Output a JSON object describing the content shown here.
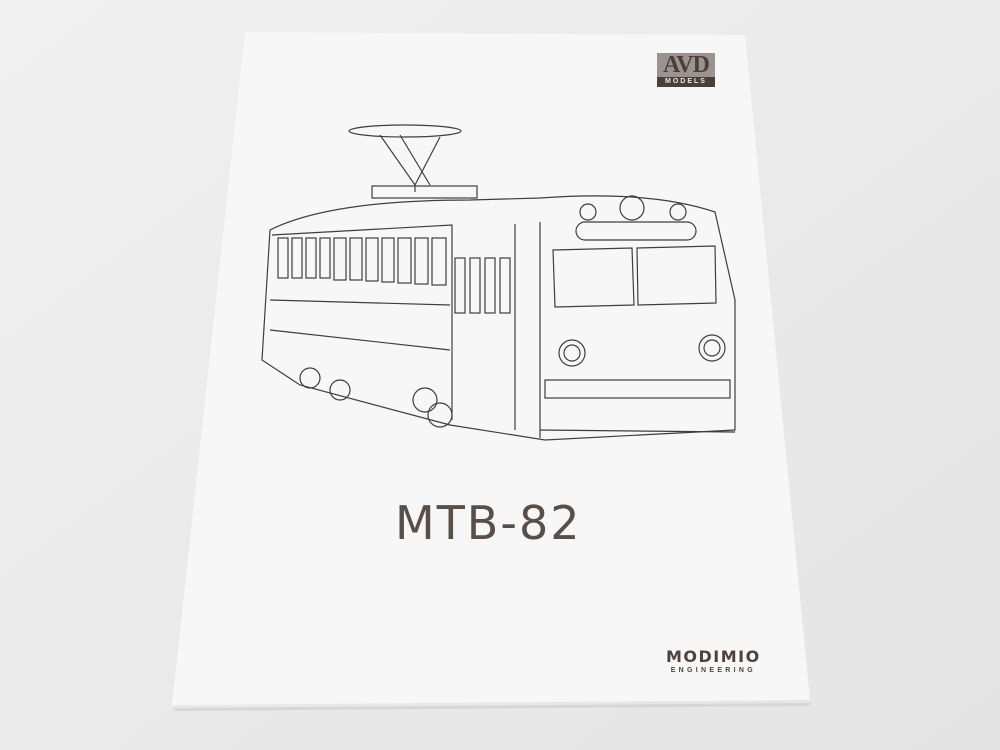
{
  "booklet": {
    "title": "МТВ-82",
    "publisher_logo": {
      "main": "AVD",
      "sub": "MODELS"
    },
    "engineering_logo": {
      "main": "MODIMIO",
      "sub": "ENGINEERING"
    },
    "illustration": "tram-line-drawing"
  },
  "colors": {
    "background": "#ebebeb",
    "paper": "#f7f7f8",
    "ink": "#5a4f46"
  }
}
